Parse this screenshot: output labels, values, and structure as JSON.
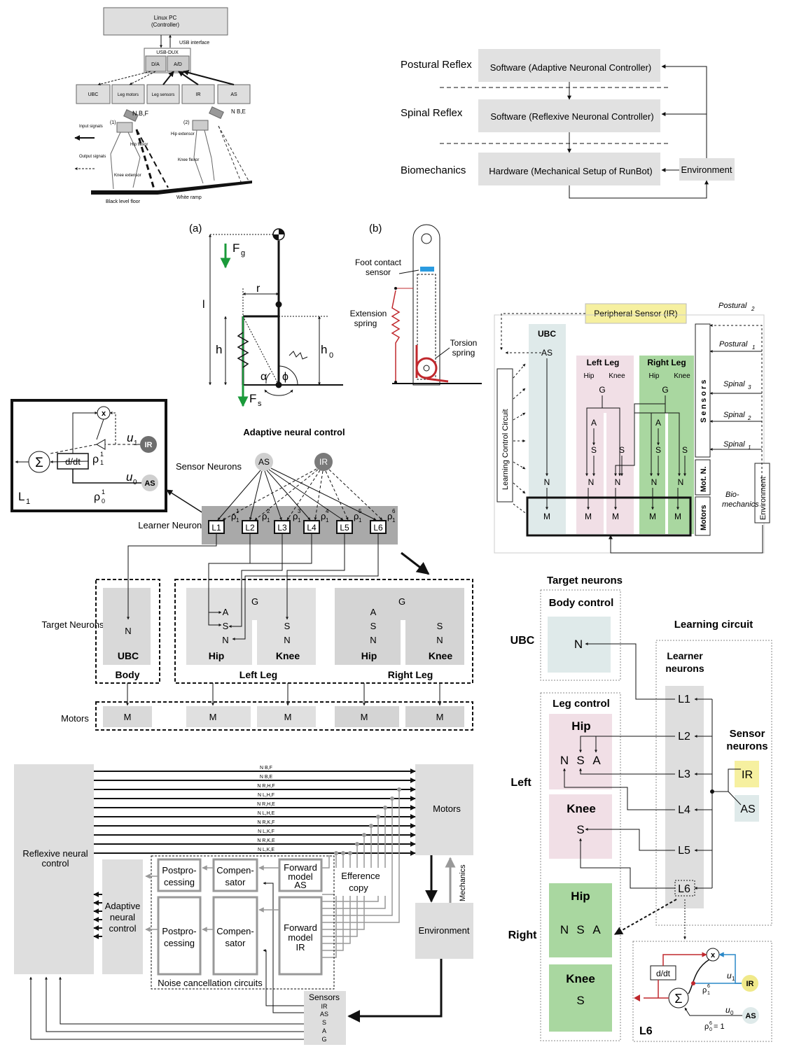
{
  "panel_top_left": {
    "pc_title": "Linux PC",
    "pc_sub": "(Controller)",
    "usb_interface": "USB interface",
    "usb_dux": "USB-DUX",
    "da": "D/A",
    "ad": "A/D",
    "boxes": [
      "UBC",
      "Leg motors",
      "Leg sensors",
      "IR",
      "AS"
    ],
    "n_bf": "N B,F",
    "n_be": "N B,E",
    "label_1": "(1)",
    "label_2": "(2)",
    "input_signals": "Input signals",
    "output_signals": "Output signals",
    "hip_flexor": "Hip flexor",
    "knee_extensor": "Knee extensor",
    "hip_extensor": "Hip extensor",
    "knee_flexor": "Knee flexor",
    "black_floor": "Black level floor",
    "white_ramp": "White ramp"
  },
  "panel_top_right": {
    "postural_reflex": "Postural Reflex",
    "spinal_reflex": "Spinal Reflex",
    "biomechanics": "Biomechanics",
    "box_adaptive": "Software (Adaptive Neuronal Controller)",
    "box_reflexive": "Software (Reflexive Neuronal Controller)",
    "box_hardware": "Hardware (Mechanical Setup of RunBot)",
    "environment": "Environment"
  },
  "panel_mechanics": {
    "a_label": "(a)",
    "b_label": "(b)",
    "fg": "F",
    "fg_sub": "g",
    "fs": "F",
    "fs_sub": "s",
    "r": "r",
    "l": "l",
    "h": "h",
    "h0": "h",
    "h0_sub": "0",
    "alpha": "α",
    "phi": "ϕ",
    "foot_contact": "Foot contact",
    "sensor": "sensor",
    "extension": "Extension",
    "spring": "spring",
    "torsion": "Torsion",
    "spring2": "spring"
  },
  "panel_circuit_right": {
    "peripheral": "Peripheral Sensor (IR)",
    "postural2": "Postural",
    "postural1": "Postural",
    "spinal3": "Spinal",
    "spinal2": "Spinal",
    "spinal1": "Spinal",
    "ubc": "UBC",
    "as": "AS",
    "left_leg": "Left Leg",
    "right_leg": "Right Leg",
    "hip": "Hip",
    "knee": "Knee",
    "g": "G",
    "a": "A",
    "s": "S",
    "n": "N",
    "m": "M",
    "sensors": "Sensors",
    "mot_n": "Mot. N.",
    "motors": "Motors",
    "bio": "Bio-",
    "mechanics": "mechanics",
    "environment": "Environment",
    "learning_circuit": "Learning Control Circuit"
  },
  "panel_l1": {
    "x": "x",
    "ir": "IR",
    "as": "AS",
    "ddt": "d/dt",
    "u1": "u",
    "u0": "u",
    "rho11": "ρ",
    "rho01": "ρ",
    "sigma": "Σ",
    "l1": "L",
    "l1_sub": "1"
  },
  "panel_adaptive": {
    "title": "Adaptive neural control",
    "sensor_neurons": "Sensor Neurons",
    "learner_neurons": "Learner Neurons",
    "target_neurons": "Target Neurons",
    "motors": "Motors",
    "as": "AS",
    "ir": "IR",
    "learners": [
      "L1",
      "L2",
      "L3",
      "L4",
      "L5",
      "L6"
    ],
    "ubc": "UBC",
    "body": "Body",
    "left_leg": "Left Leg",
    "right_leg": "Right Leg",
    "hip": "Hip",
    "knee": "Knee",
    "g": "G",
    "a": "A",
    "s": "S",
    "n": "N",
    "m": "M"
  },
  "panel_target_right": {
    "target_neurons": "Target neurons",
    "body_control": "Body control",
    "learning_circuit": "Learning circuit",
    "ubc": "UBC",
    "learner": "Learner",
    "neurons": "neurons",
    "leg_control": "Leg control",
    "hip": "Hip",
    "knee": "Knee",
    "left": "Left",
    "right": "Right",
    "sensor": "Sensor",
    "sensor_neurons": "neurons",
    "ir": "IR",
    "as": "AS",
    "n": "N",
    "s": "S",
    "a": "A",
    "learners": [
      "L1",
      "L2",
      "L3",
      "L4",
      "L5",
      "L6"
    ],
    "ddt": "d/dt",
    "sigma": "Σ",
    "x": "x",
    "l6": "L6",
    "rho": "ρ",
    "rho_eq": "= 1",
    "u1": "u",
    "u0": "u"
  },
  "panel_bottom_left": {
    "reflexive": "Reflexive neural",
    "control": "control",
    "adaptive": "Adaptive",
    "neural": "neural",
    "control2": "control",
    "motors": "Motors",
    "environment": "Environment",
    "mechanics": "Mechanics",
    "sensors": "Sensors",
    "sensor_list": [
      "IR",
      "AS",
      "S",
      "A",
      "G"
    ],
    "signals": [
      "N B,F",
      "N B,E",
      "N R,H,F",
      "N L,H,F",
      "N R,H,E",
      "N L,H,E",
      "N R,K,F",
      "N L,K,F",
      "N R,K,E",
      "N L,K,E"
    ],
    "postpro1": "Postpro-",
    "postpro2": "cessing",
    "compen1": "Compen-",
    "compen2": "sator",
    "forward": "Forward",
    "model": "model",
    "fm_as": "AS",
    "fm_ir": "IR",
    "efference": "Efference",
    "copy": "copy",
    "noise": "Noise cancellation circuits"
  }
}
